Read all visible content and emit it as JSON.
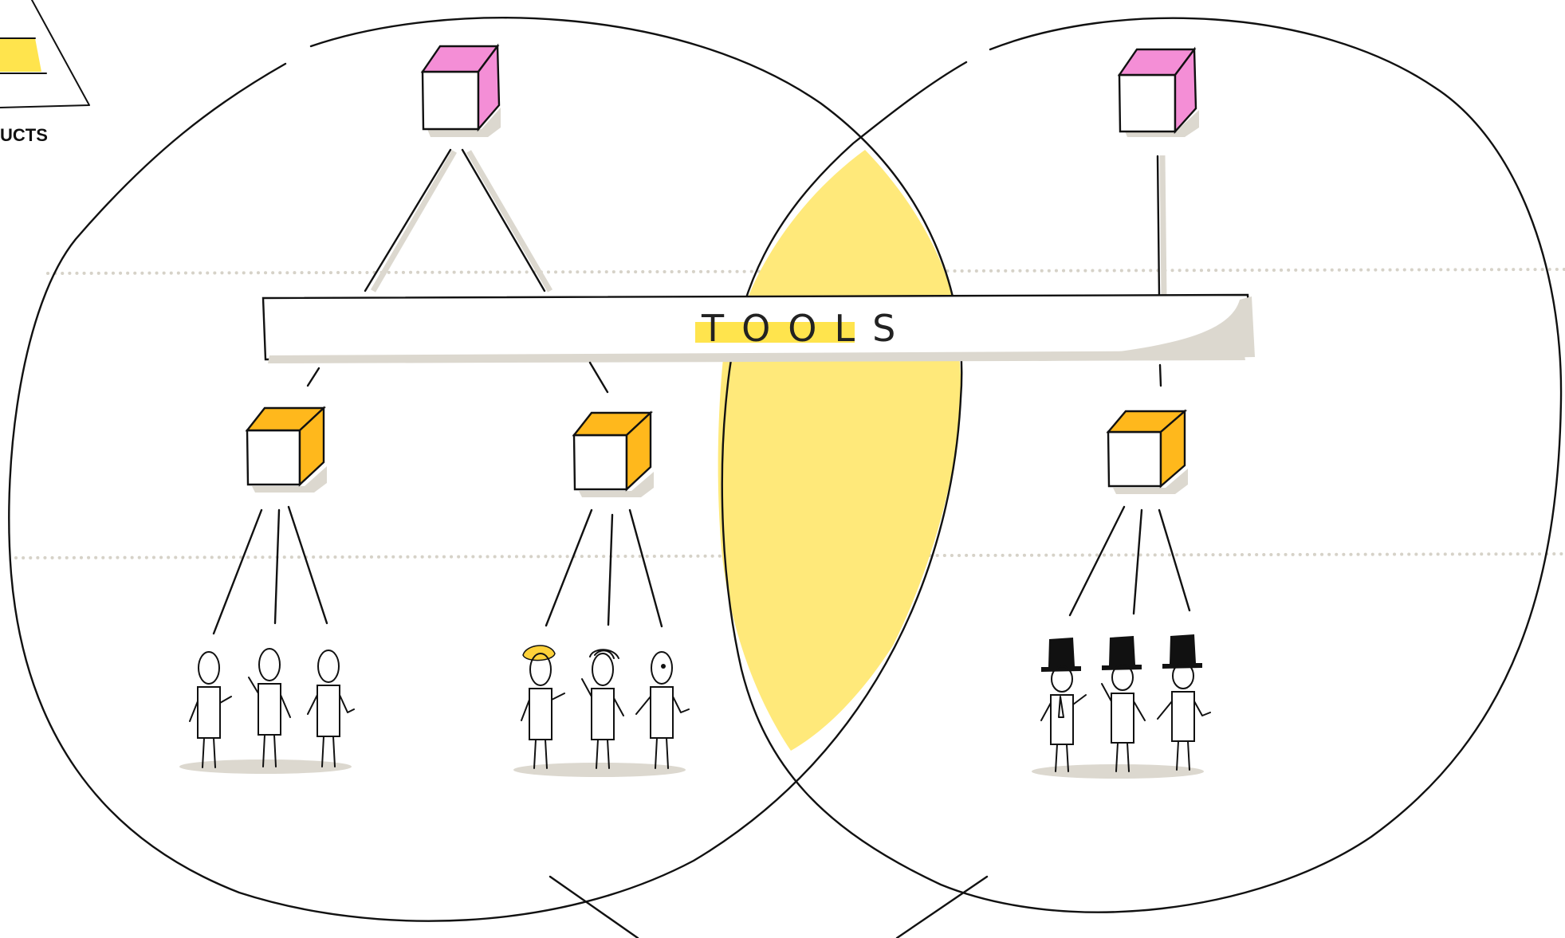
{
  "labels": {
    "tools": "TOOLS",
    "corner_partial": "UCTS"
  },
  "colors": {
    "highlight_yellow": "#ffe97a",
    "cube_pink": "#f48ed6",
    "cube_orange": "#ffb81c",
    "shadow": "#dcd8cf",
    "ink": "#111111",
    "hat": "#111111",
    "hair_yellow": "#ffd23a"
  },
  "groups": [
    {
      "id": "left-a",
      "people": 3,
      "headwear": "none"
    },
    {
      "id": "left-b",
      "people": 3,
      "headwear": "mixed-hair"
    },
    {
      "id": "right",
      "people": 3,
      "headwear": "top-hat"
    }
  ]
}
